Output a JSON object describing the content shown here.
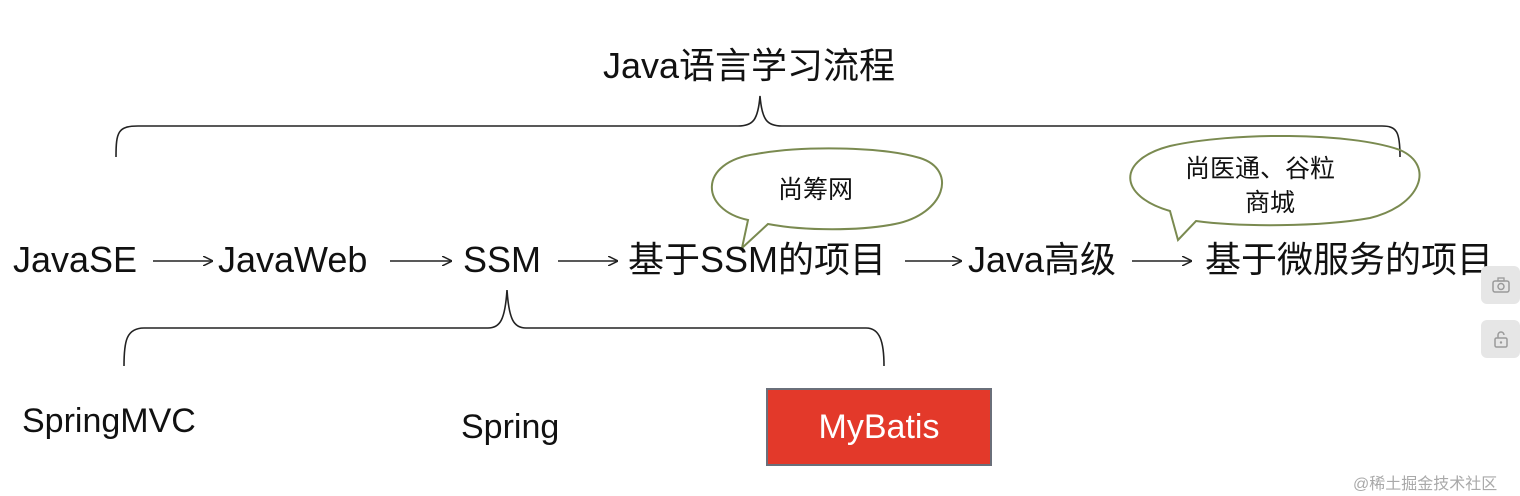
{
  "diagram": {
    "title": "Java语言学习流程",
    "flow": [
      "JavaSE",
      "JavaWeb",
      "SSM",
      "基于SSM的项目",
      "Java高级",
      "基于微服务的项目"
    ],
    "callouts": {
      "shanggou": "尚筹网",
      "hospital_line1": "尚医通、谷粒",
      "hospital_line2": "商城"
    },
    "ssm_parts": {
      "springmvc": "SpringMVC",
      "spring": "Spring",
      "mybatis": "MyBatis"
    },
    "colors": {
      "highlight_box": "#e3392a",
      "bubble_border": "#7a8a50",
      "arrow": "#222222"
    }
  },
  "toolbar": {
    "icons": [
      "camera-icon",
      "lock-icon"
    ]
  },
  "watermark": "@稀土掘金技术社区"
}
